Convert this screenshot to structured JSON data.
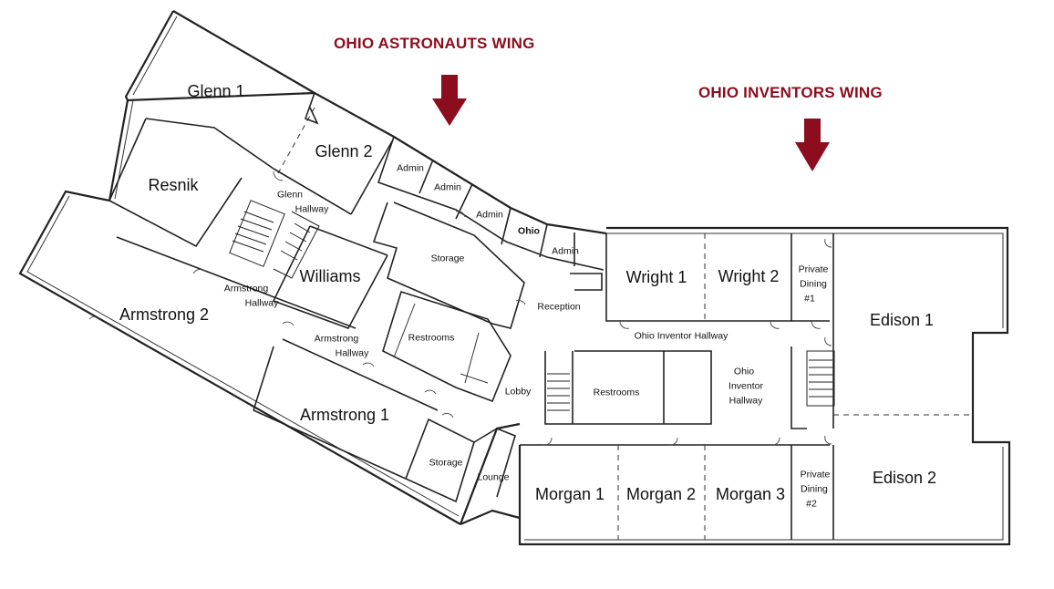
{
  "wings": {
    "astronauts": "OHIO ASTRONAUTS WING",
    "inventors": "OHIO INVENTORS WING"
  },
  "arrow_color": "#8b0d1e",
  "rooms": {
    "glenn1": "Glenn 1",
    "glenn2": "Glenn 2",
    "resnik": "Resnik",
    "glenn_hallway_a": "Glenn",
    "glenn_hallway_b": "Hallway",
    "williams": "Williams",
    "armstrong2": "Armstrong 2",
    "armstrong_hallway1_a": "Armstrong",
    "armstrong_hallway1_b": "Hallway",
    "armstrong_hallway2_a": "Armstrong",
    "armstrong_hallway2_b": "Hallway",
    "armstrong1": "Armstrong 1",
    "admin1": "Admin",
    "admin2": "Admin",
    "admin3": "Admin",
    "admin4": "Admin",
    "ohio": "Ohio",
    "storage1": "Storage",
    "storage2": "Storage",
    "reception": "Reception",
    "restrooms1": "Restrooms",
    "restrooms2": "Restrooms",
    "lobby": "Lobby",
    "lounge": "Lounge",
    "wright1": "Wright 1",
    "wright2": "Wright 2",
    "private_dining1_a": "Private",
    "private_dining1_b": "Dining",
    "private_dining1_c": "#1",
    "private_dining2_a": "Private",
    "private_dining2_b": "Dining",
    "private_dining2_c": "#2",
    "edison1": "Edison 1",
    "edison2": "Edison 2",
    "ohio_inventor_hallway_h": "Ohio Inventor Hallway",
    "ohio_inventor_hallway_v_a": "Ohio",
    "ohio_inventor_hallway_v_b": "Inventor",
    "ohio_inventor_hallway_v_c": "Hallway",
    "morgan1": "Morgan 1",
    "morgan2": "Morgan 2",
    "morgan3": "Morgan 3"
  }
}
